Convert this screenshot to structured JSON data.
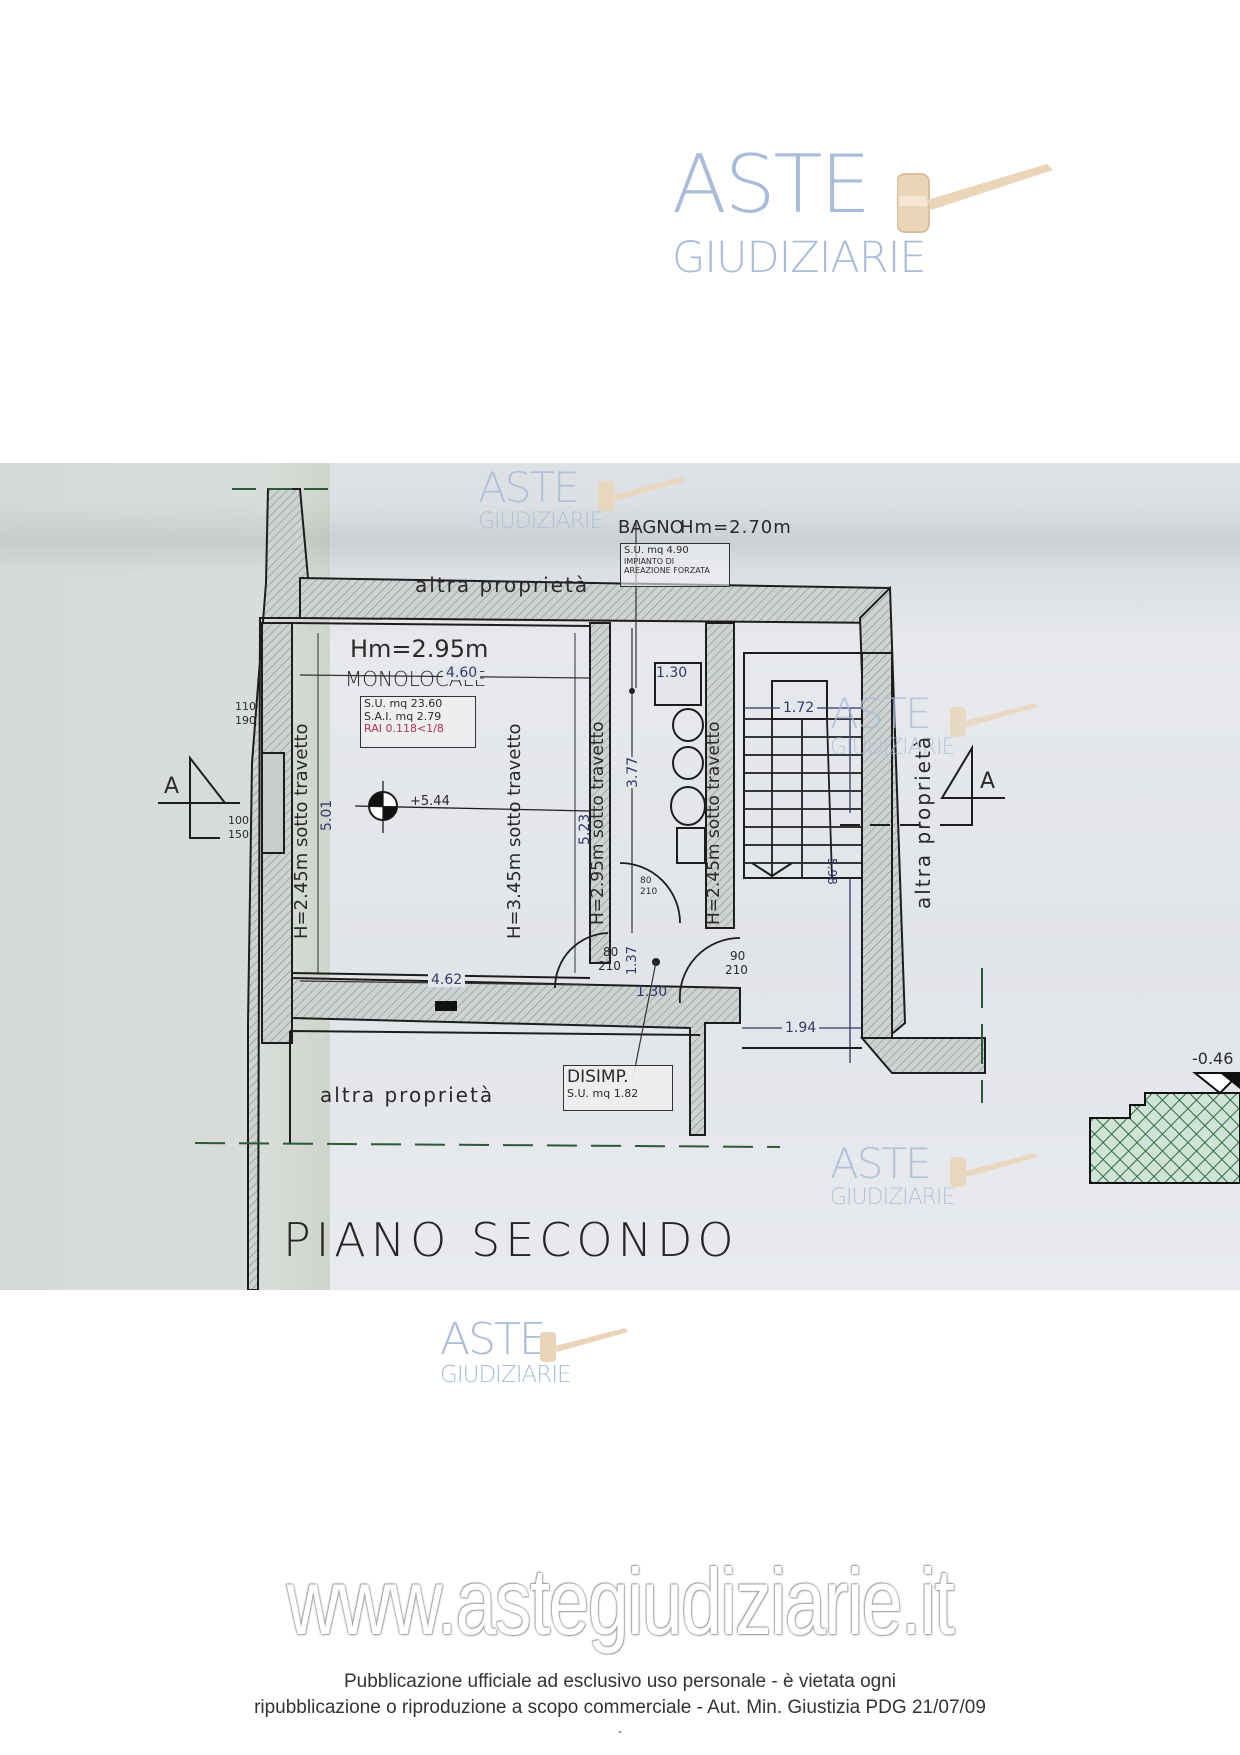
{
  "watermark": {
    "line1": "ASTE",
    "line2": "GIUDIZIARIE",
    "icon": "gavel-icon",
    "text_color": "#a9bcd8",
    "gavel_color": "#e8cfae"
  },
  "floor_plan": {
    "title": "PIANO SECONDO",
    "neighbors": {
      "top": "altra proprietà",
      "right": "altra proprietà",
      "bottom": "altra proprietà"
    },
    "section_marker": "A",
    "elevation_mark": "+5.44",
    "exterior_level": "-0.46",
    "rooms": {
      "monolocale": {
        "name": "MONOLOCALE",
        "height": "Hm=2.95m",
        "su": "S.U.   mq   23.60",
        "sai": "S.A.I.   mq     2.79",
        "rai": "RAI  0.118<1/8"
      },
      "bagno": {
        "name": "BAGNO",
        "height": "Hm=2.70m",
        "su": "S.U.   mq    4.90",
        "note1": "IMPIANTO  DI",
        "note2": "AREAZIONE  FORZATA"
      },
      "disimpegno": {
        "name": "DISIMP.",
        "su": "S.U.  mq     1.82"
      }
    },
    "heights": {
      "left": "H=2.45m  sotto  travetto",
      "center": "H=3.45m  sotto  travetto",
      "bagno_left": "H=2.95m  sotto  travetto",
      "bagno_right": "H=2.45m  sotto  travetto"
    },
    "dimensions": {
      "top_width": "4.60",
      "bottom_width": "4.62",
      "left_depth": "5.01",
      "center_depth": "5.23",
      "bagno_depth": "3.77",
      "bagno_top": "1.30",
      "disimp_width": "1.30",
      "disimp_depth": "1.37",
      "stair_width": "1.72",
      "stair_depth": "5.98",
      "landing_width": "1.94"
    },
    "openings": {
      "window_top_num": "110",
      "window_top_den": "190",
      "window_bottom_num": "100",
      "window_bottom_den": "150",
      "door_bagno_num": "80",
      "door_bagno_den": "210",
      "door_disimp_num": "80",
      "door_disimp_den": "210",
      "door_entry_num": "90",
      "door_entry_den": "210"
    }
  },
  "footer": {
    "site_url": "www.astegiudiziarie.it",
    "notice_line1": "Pubblicazione ufficiale ad esclusivo uso personale - è vietata ogni",
    "notice_line2": "ripubblicazione o riproduzione a scopo commerciale - Aut. Min. Giustizia PDG 21/07/09",
    "notice_line3": "-"
  }
}
